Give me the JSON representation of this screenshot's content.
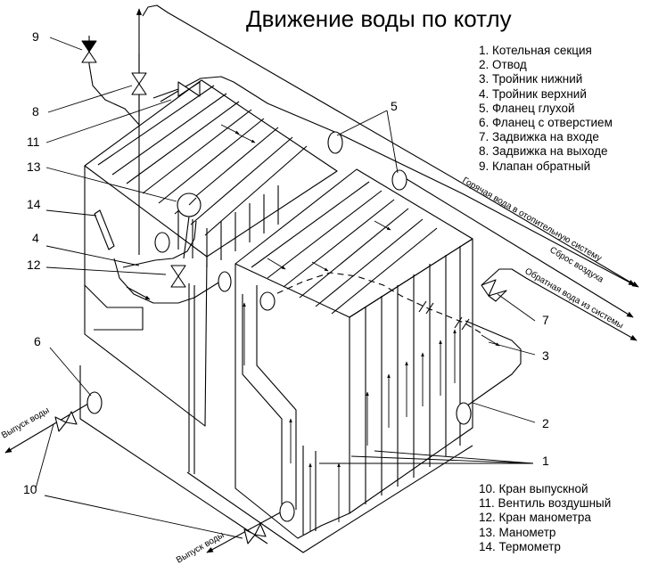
{
  "title": "Движение воды по котлу",
  "legend_top": [
    "1. Котельная секция",
    "2. Отвод",
    "3. Тройник нижний",
    "4. Тройник верхний",
    "5. Фланец глухой",
    "6. Фланец с отверстием",
    "7. Задвижка на входе",
    "8. Задвижка на выходе",
    "9. Клапан обратный"
  ],
  "legend_bottom": [
    "10. Кран выпускной",
    "11. Вентиль воздушный",
    "12. Кран манометра",
    "13. Манометр",
    "14. Термометр"
  ],
  "callouts": {
    "c9": "9",
    "c8": "8",
    "c11": "11",
    "c13": "13",
    "c14": "14",
    "c4": "4",
    "c12": "12",
    "c6": "6",
    "c10": "10",
    "c5": "5",
    "c7": "7",
    "c3": "3",
    "c2": "2",
    "c1": "1"
  },
  "pipe_labels": {
    "hot_water": "Горячая вода в отопительную систему",
    "air_release": "Сброс воздуха",
    "return_water": "Обратная вода из системы",
    "drain_left": "Выпуск воды",
    "drain_bottom": "Выпуск воды"
  }
}
